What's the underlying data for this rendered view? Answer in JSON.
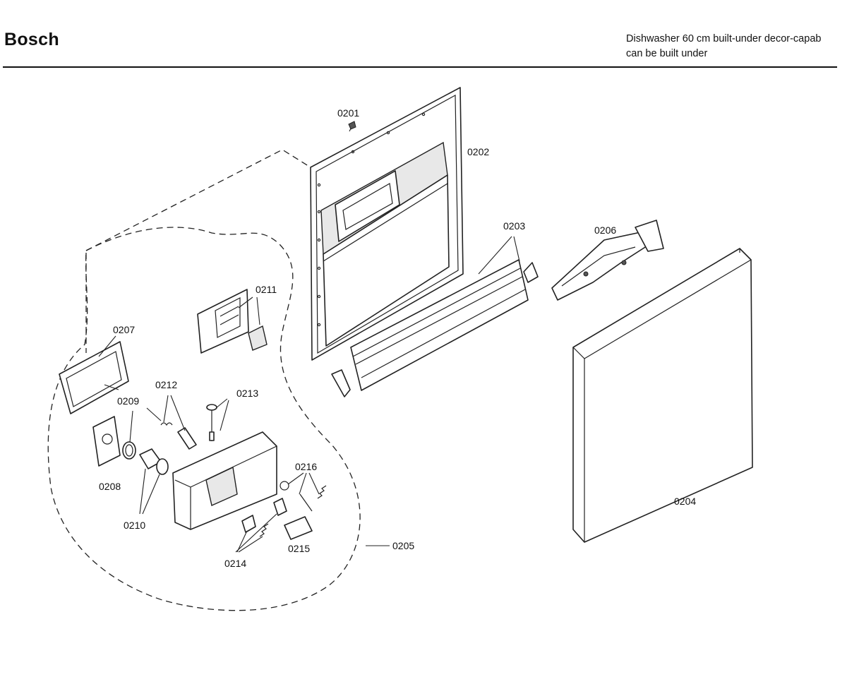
{
  "header": {
    "brand": "Bosch",
    "description_line1": "Dishwasher 60 cm built-under decor-capab",
    "description_line2": "can be built under"
  },
  "diagram": {
    "labels": {
      "p0201": "0201",
      "p0202": "0202",
      "p0203": "0203",
      "p0204": "0204",
      "p0205": "0205",
      "p0206": "0206",
      "p0207": "0207",
      "p0208": "0208",
      "p0209": "0209",
      "p0210": "0210",
      "p0211": "0211",
      "p0212": "0212",
      "p0213": "0213",
      "p0214": "0214",
      "p0215": "0215",
      "p0216": "0216"
    }
  }
}
